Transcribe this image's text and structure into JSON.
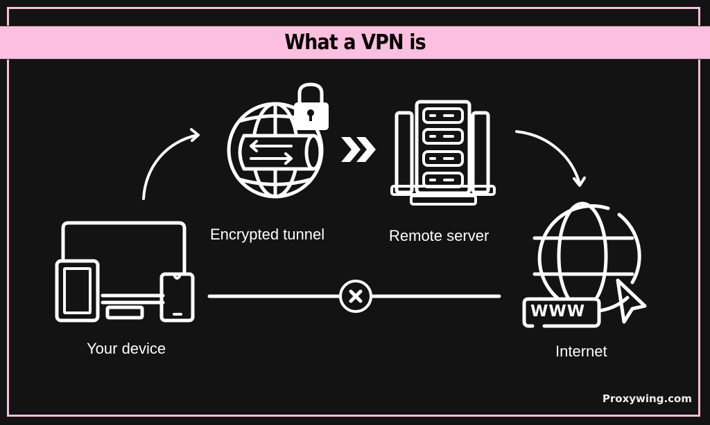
{
  "title": "What a VPN is",
  "nodes": {
    "device": {
      "label": "Your device",
      "icon": "devices-icon"
    },
    "tunnel": {
      "label": "Encrypted tunnel",
      "icon": "globe-tunnel-lock-icon"
    },
    "server": {
      "label": "Remote server",
      "icon": "server-icon"
    },
    "internet": {
      "label": "Internet",
      "icon": "globe-www-cursor-icon"
    }
  },
  "www_text": "WWW",
  "watermark": "Proxywing.com",
  "colors": {
    "accent": "#fdbfdf",
    "background": "#131313",
    "foreground": "#ffffff"
  }
}
